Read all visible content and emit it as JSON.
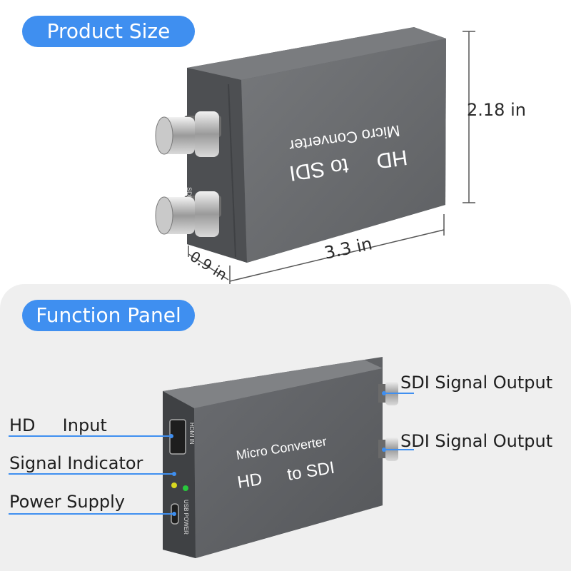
{
  "headings": {
    "product_size": "Product Size",
    "function_panel": "Function Panel"
  },
  "dimensions": {
    "height": "2.18 in",
    "length": "3.3 in",
    "depth": "0.9 in"
  },
  "device": {
    "line1": "Micro Converter",
    "line2_left": "HD",
    "line2_right": "to SDI",
    "port_hdmi": "HDMI IN",
    "port_usb": "USB POWER",
    "port_sdi": "SDI"
  },
  "callouts": {
    "hd_input": "HD     Input",
    "signal_indicator": "Signal Indicator",
    "power_supply": "Power Supply",
    "sdi_output_1": "SDI Signal Output",
    "sdi_output_2": "SDI Signal Output"
  },
  "colors": {
    "accent": "#3f8ff0",
    "device_body": "#5a5c5f",
    "callout_line": "#3f8ff0",
    "led_yellow": "#d8d820",
    "led_green": "#28c83c"
  }
}
